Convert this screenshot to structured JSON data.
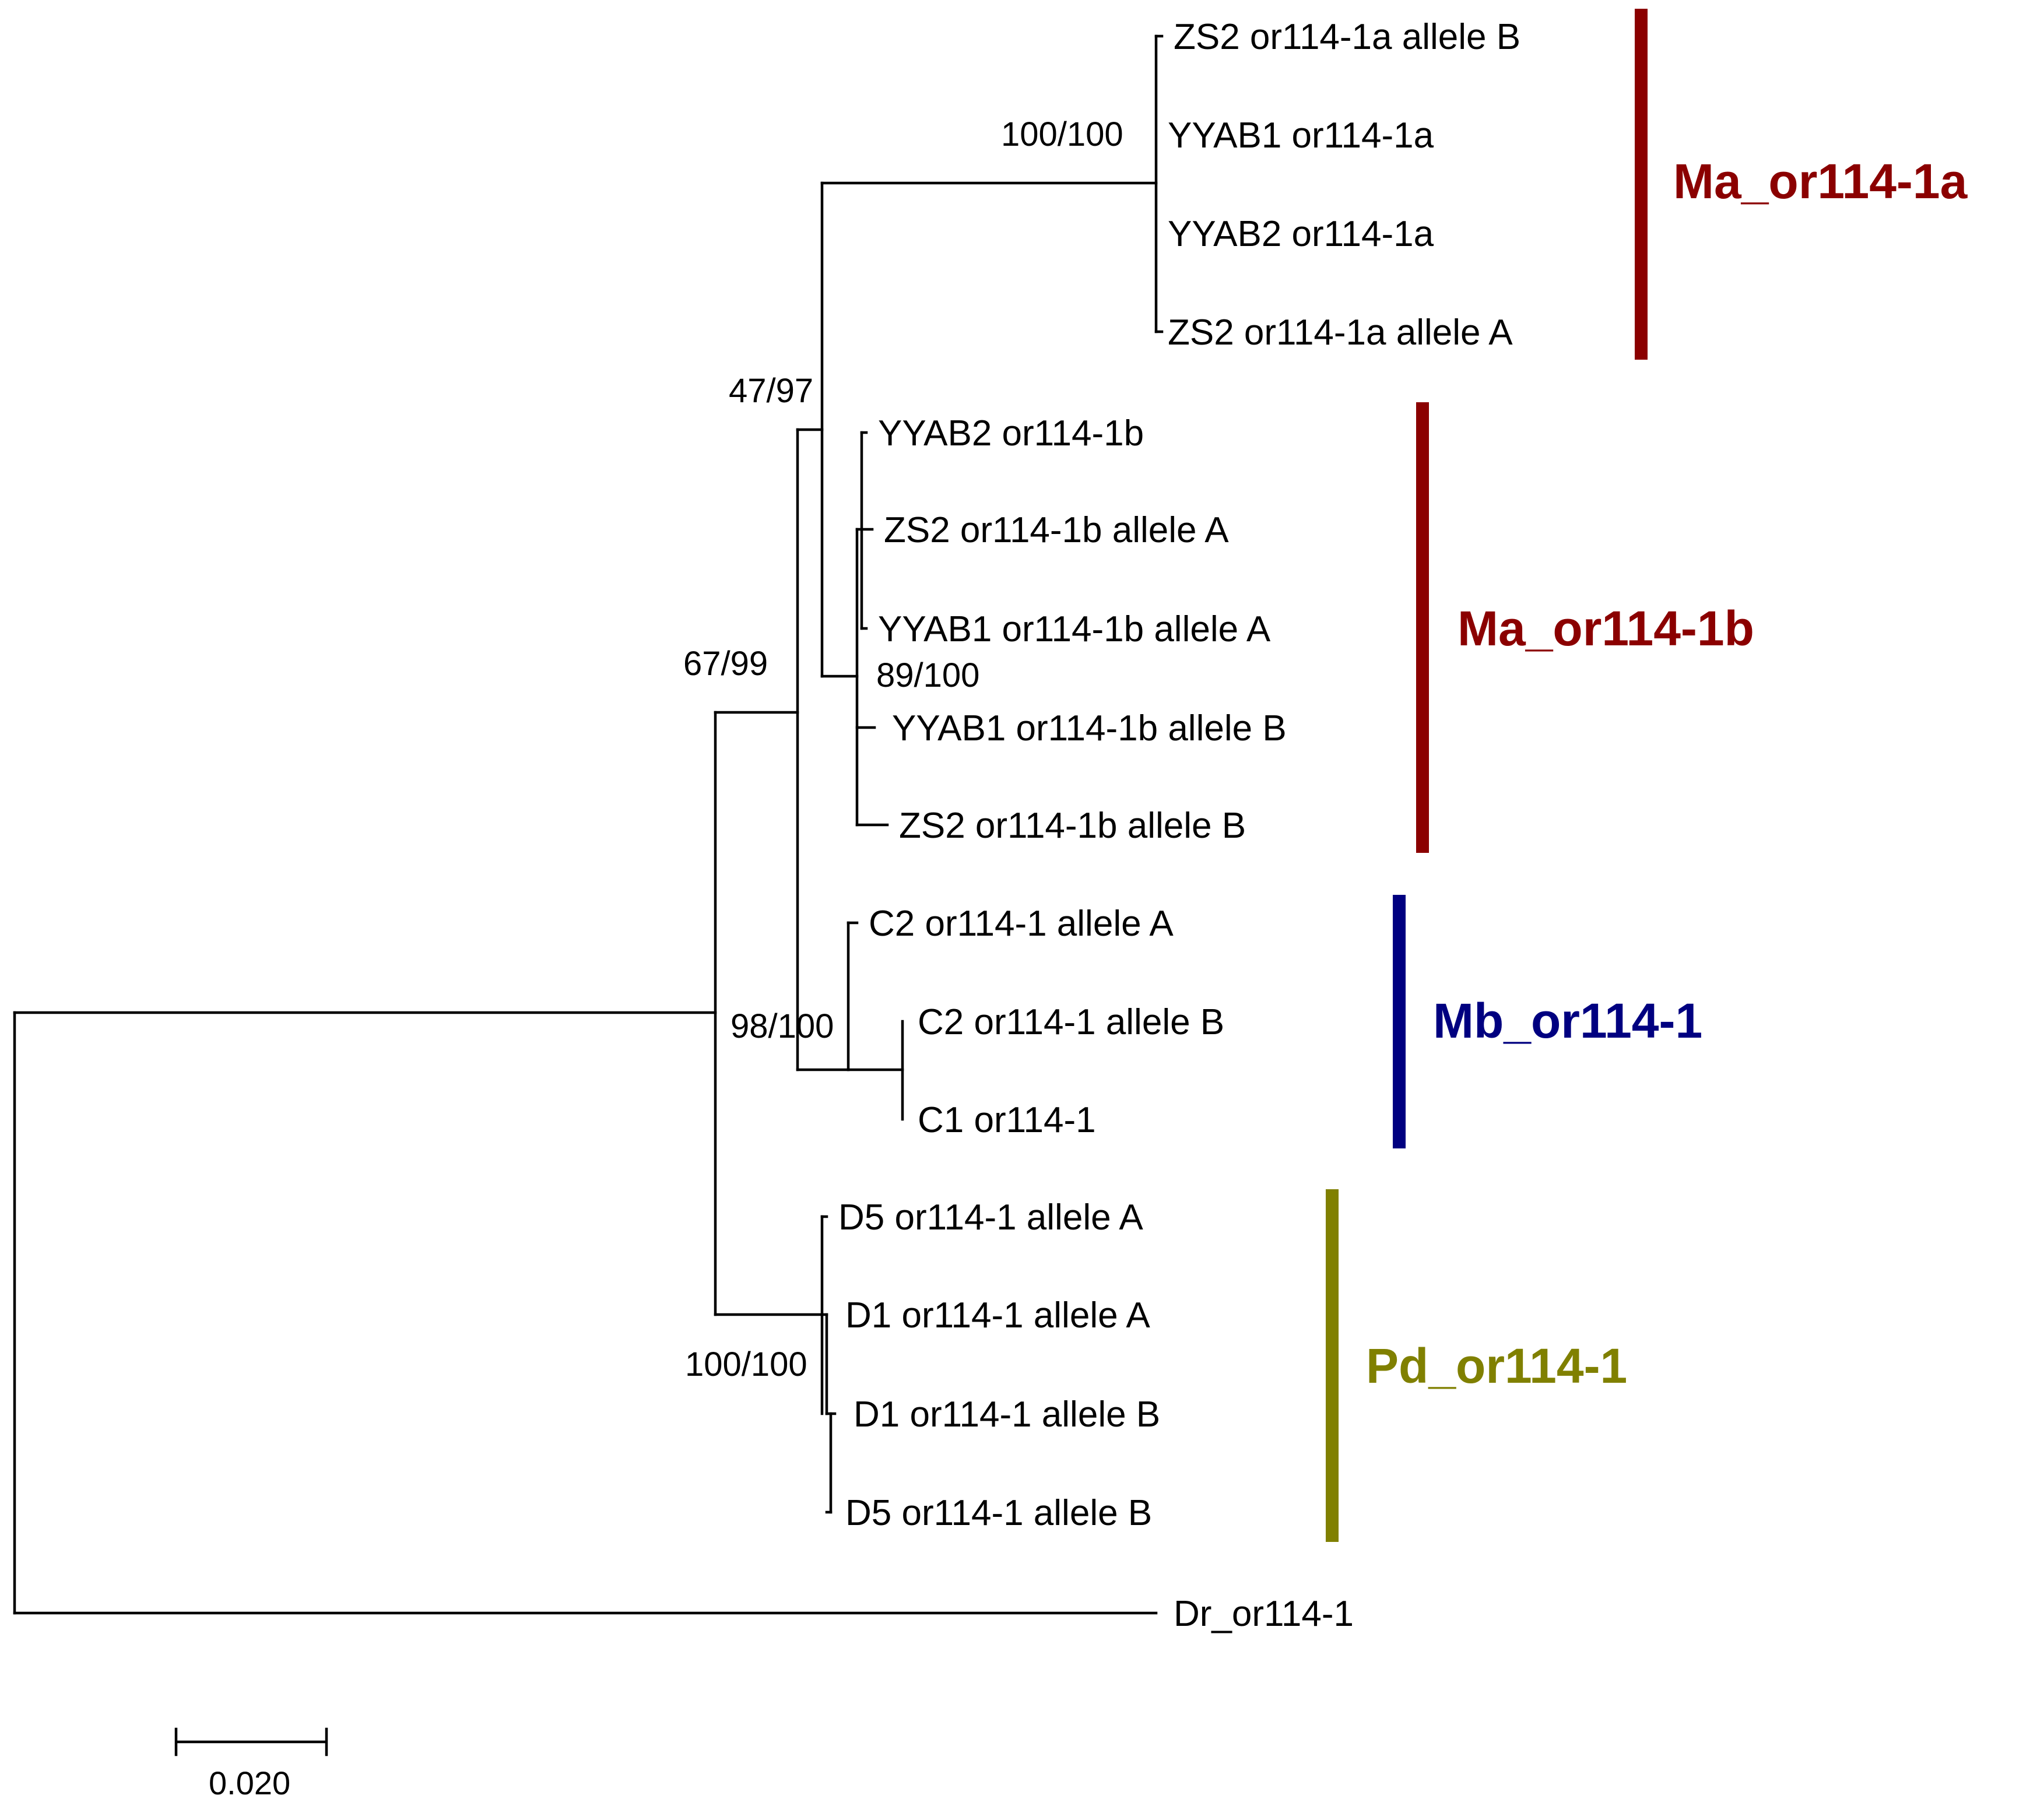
{
  "leaves": [
    "ZS2 or114-1a allele B",
    "YYAB1 or114-1a",
    "YYAB2 or114-1a",
    "ZS2 or114-1a allele A",
    "YYAB2 or114-1b",
    "ZS2 or114-1b allele A",
    "YYAB1 or114-1b allele A",
    "YYAB1 or114-1b allele B",
    "ZS2 or114-1b allele B",
    "C2 or114-1 allele A",
    "C2 or114-1 allele B",
    "C1 or114-1",
    "D5 or114-1 allele A",
    "D1 or114-1 allele A",
    "D1 or114-1 allele B",
    "D5 or114-1 allele B",
    "Dr_or114-1"
  ],
  "supports": {
    "ma_1a": "100/100",
    "ma_group": "47/97",
    "ma_1b": "89/100",
    "ma_mb": "67/99",
    "mb": "98/100",
    "pd": "100/100"
  },
  "clades": [
    {
      "key": "ma_1a",
      "label": "Ma_or114-1a",
      "color": "#8b0000"
    },
    {
      "key": "ma_1b",
      "label": "Ma_or114-1b",
      "color": "#8b0000"
    },
    {
      "key": "mb",
      "label": "Mb_or114-1",
      "color": "#000080"
    },
    {
      "key": "pd",
      "label": "Pd_or114-1",
      "color": "#808000"
    }
  ],
  "scale_bar": {
    "label": "0.020"
  }
}
